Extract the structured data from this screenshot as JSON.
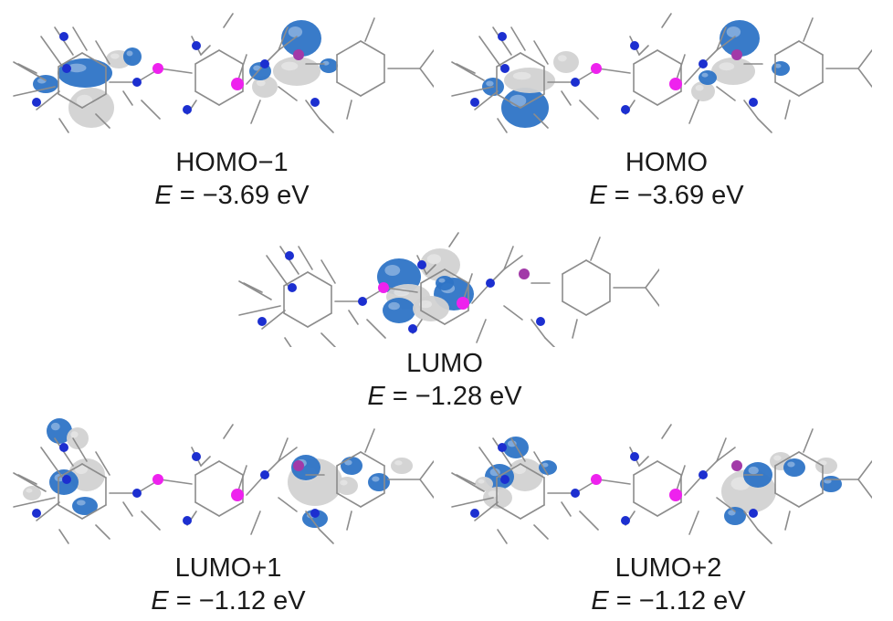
{
  "orbitals": [
    {
      "id": "homo-1",
      "label": "HOMO−1",
      "energy_symbol": "E",
      "energy_text": " = −3.69 eV"
    },
    {
      "id": "homo",
      "label": "HOMO",
      "energy_symbol": "E",
      "energy_text": " = −3.69 eV"
    },
    {
      "id": "lumo",
      "label": "LUMO",
      "energy_symbol": "E",
      "energy_text": " = −1.28 eV"
    },
    {
      "id": "lumo+1",
      "label": "LUMO+1",
      "energy_symbol": "E",
      "energy_text": " = −1.12 eV"
    },
    {
      "id": "lumo+2",
      "label": "LUMO+2",
      "energy_symbol": "E",
      "energy_text": " = −1.12 eV"
    }
  ],
  "colors": {
    "lobe_positive": "#2e74c6",
    "lobe_negative": "#d2d2d2",
    "bond": "#8c8c8c",
    "nitrogen": "#1c2fd0",
    "phosphorus": "#ee22ee",
    "metal": "#a23aa8",
    "label_text": "#1a1a1a"
  }
}
